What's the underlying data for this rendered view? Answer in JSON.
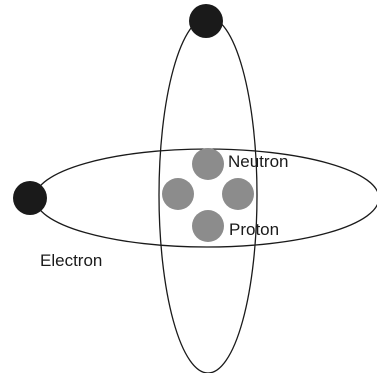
{
  "labels": {
    "neutron": "Neutron",
    "proton": "Proton",
    "electron": "Electron"
  },
  "colors": {
    "orbit_stroke": "#1a1a1a",
    "electron_fill": "#1a1a1a",
    "nucleon_fill": "#8c8c8c",
    "background": "#ffffff"
  }
}
